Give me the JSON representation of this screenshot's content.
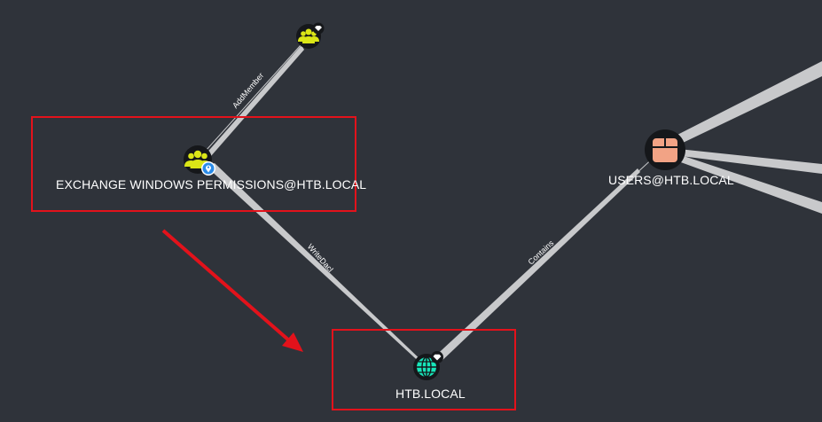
{
  "graph": {
    "nodes": {
      "top_group": {
        "label": "",
        "icon": "group-icon",
        "badge": "diamond-icon"
      },
      "exchange": {
        "label": "EXCHANGE WINDOWS PERMISSIONS@HTB.LOCAL",
        "icon": "group-icon",
        "badge": "pin-icon"
      },
      "users": {
        "label": "USERS@HTB.LOCAL",
        "icon": "container-icon"
      },
      "domain": {
        "label": "HTB.LOCAL",
        "icon": "globe-icon",
        "badge": "diamond-icon"
      }
    },
    "edges": {
      "addmember": "AddMember",
      "writedacl": "WriteDacl",
      "contains": "Contains"
    }
  },
  "annotations": {
    "highlight_color": "#e3121b",
    "arrow_color": "#e3121b"
  },
  "colors": {
    "background": "#2f333a",
    "group_node": "#dbe617",
    "container_node": "#f2a385",
    "domain_node": "#17e6b9",
    "edge": "#c8c9cb"
  }
}
